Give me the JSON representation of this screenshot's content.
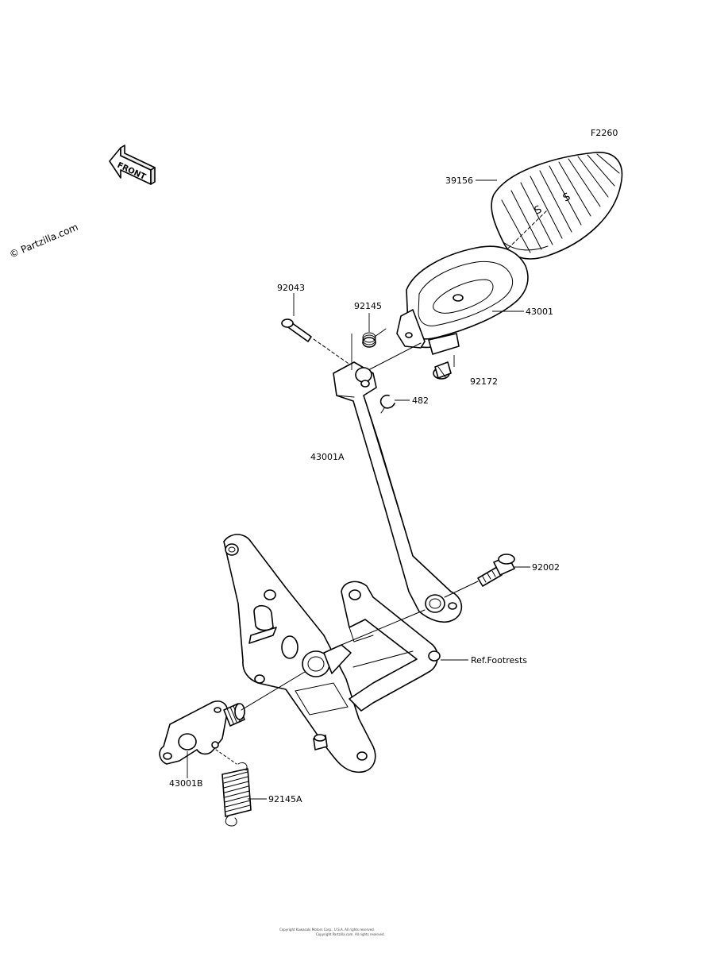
{
  "diagram_code": "F2260",
  "watermark": "© Partzilla.com",
  "front_marker": "FRONT",
  "callouts": [
    {
      "id": "39156",
      "label": "39156"
    },
    {
      "id": "43001",
      "label": "43001"
    },
    {
      "id": "92043",
      "label": "92043"
    },
    {
      "id": "92145",
      "label": "92145"
    },
    {
      "id": "92172",
      "label": "92172"
    },
    {
      "id": "482",
      "label": "482"
    },
    {
      "id": "43001A",
      "label": "43001A"
    },
    {
      "id": "92002",
      "label": "92002"
    },
    {
      "id": "ref-footrests",
      "label": "Ref.Footrests"
    },
    {
      "id": "43001B",
      "label": "43001B"
    },
    {
      "id": "92145A",
      "label": "92145A"
    }
  ],
  "footer": {
    "line1": "Copyright Kawasaki Motors Corp., U.S.A. All rights reserved.",
    "line2": "Copyright Partzilla.com. All rights reserved."
  }
}
